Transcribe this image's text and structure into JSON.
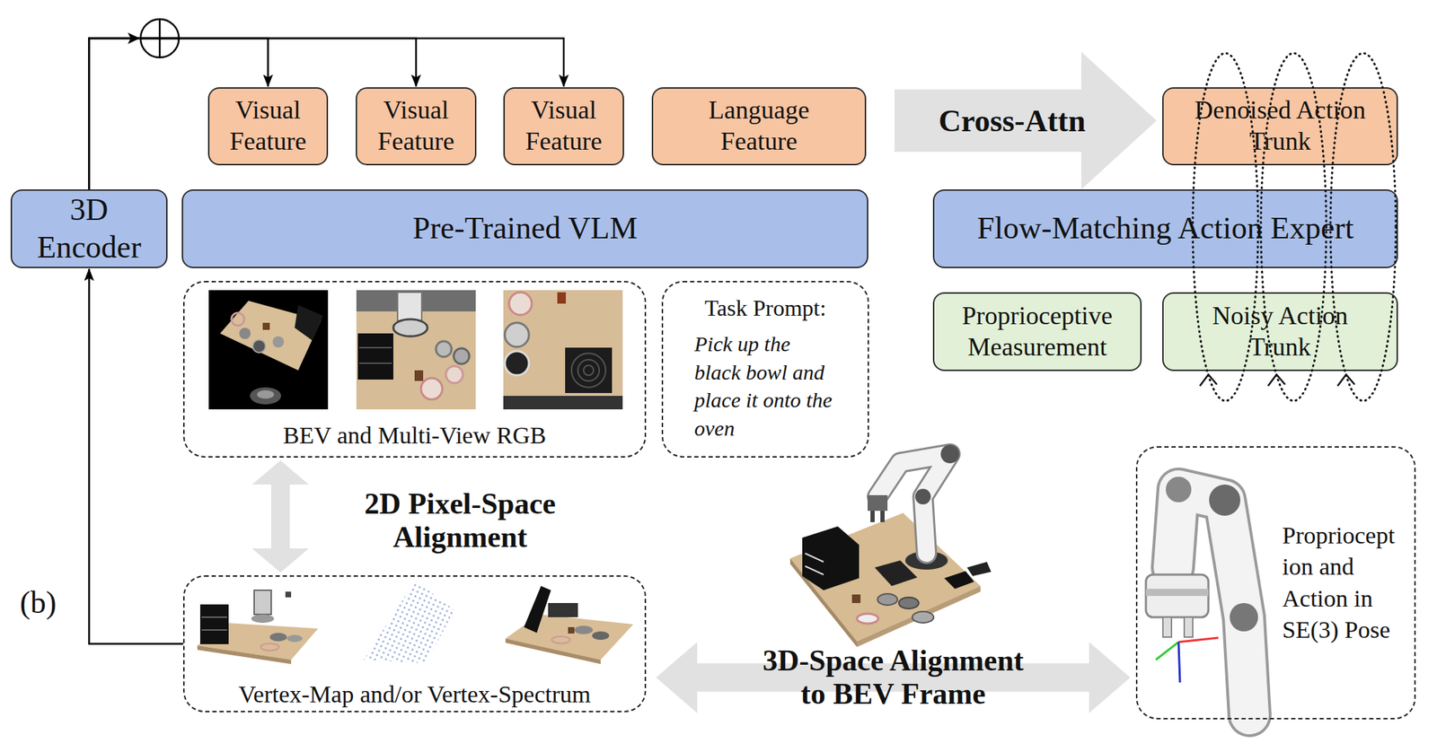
{
  "diagram": {
    "nodes": [
      {
        "text": [
          "Visual Feature"
        ]
      },
      {
        "text": [
          "Visual Feature"
        ]
      },
      {
        "text": [
          "Visual Feature"
        ]
      },
      {
        "text": [
          "Language Feature"
        ]
      },
      {
        "text": [
          "Denoised Action Trunk"
        ]
      },
      {
        "text": [
          "3D Encoder"
        ]
      },
      {
        "text": [
          "Pre-Trained VLM"
        ]
      },
      {
        "text": [
          "Flow-Matching Action Expert"
        ]
      },
      {
        "text": [
          "BEV and Multi-View RGB"
        ]
      },
      {
        "text": [
          "Task Prompt:",
          "Pick up the black bowl and place it onto the oven"
        ]
      },
      {
        "text": [
          "Proprioceptive Measurement"
        ]
      },
      {
        "text": [
          "Noisy Action Trunk"
        ]
      },
      {
        "text": [
          "Vertex-Map and/or Vertex-Spectrum"
        ]
      },
      {
        "text": [
          "Propriocept ion and Action in SE(3) Pose"
        ]
      }
    ],
    "edges": [
      {
        "from": 5,
        "to": 0,
        "arrow": "to"
      },
      {
        "from": 5,
        "to": 1,
        "arrow": "to"
      },
      {
        "from": 5,
        "to": 2,
        "arrow": "to"
      },
      {
        "from": 12,
        "to": 5,
        "arrow": "to"
      },
      {
        "from": 3,
        "to": 4,
        "label": "Cross-Attn",
        "arrow": "to"
      },
      {
        "from": 8,
        "to": 12,
        "label": "2D Pixel-Space Alignment",
        "arrow": "both"
      },
      {
        "from": 12,
        "to": 13,
        "label": "3D-Space Alignment to BEV Frame",
        "arrow": "both"
      }
    ],
    "labels": [
      "(b)"
    ]
  }
}
